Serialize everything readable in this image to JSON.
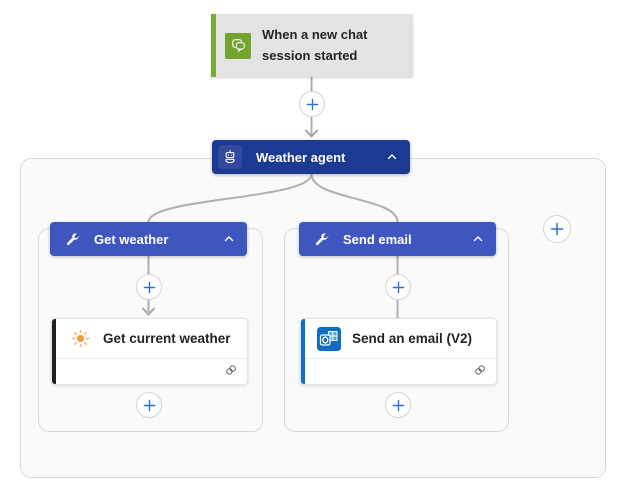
{
  "trigger": {
    "label": "When a new chat session started",
    "icon": "chat-bubbles-icon",
    "background": "#E3E3E3",
    "accent_color": "#7CA83C",
    "icon_color": "#73A431"
  },
  "agent": {
    "label": "Weather agent",
    "icon": "robot-icon",
    "background": "#1D3A92",
    "collapse_icon": "chevron-up-icon"
  },
  "branches": [
    {
      "label": "Get weather",
      "icon": "wrench-icon",
      "header_color": "#3E56BE",
      "collapse_icon": "chevron-up-icon",
      "action": {
        "label": "Get current weather",
        "icon": "sun-icon",
        "accent_color": "#1F1F1F",
        "status_icon": "connection-icon"
      }
    },
    {
      "label": "Send email",
      "icon": "wrench-icon",
      "header_color": "#3E56BE",
      "collapse_icon": "chevron-up-icon",
      "action": {
        "label": "Send an email (V2)",
        "icon": "outlook-icon",
        "accent_color": "#1070C9",
        "status_icon": "connection-icon"
      }
    }
  ],
  "buttons": {
    "insert_after_trigger": "plus-icon",
    "insert_in_branch_left": "plus-icon",
    "insert_in_branch_right": "plus-icon",
    "insert_below_action_left": "plus-icon",
    "insert_below_action_right": "plus-icon",
    "add_branch": "plus-icon"
  },
  "colors": {
    "connector": "#AFAFAF",
    "plus_blue": "#2E6FD6",
    "scope_background": "#FAFAFA",
    "scope_border": "#D9D9D9",
    "text": "#242424",
    "sun_orange": "#EF9E33",
    "outlook_blue": "#0E6DC2"
  }
}
